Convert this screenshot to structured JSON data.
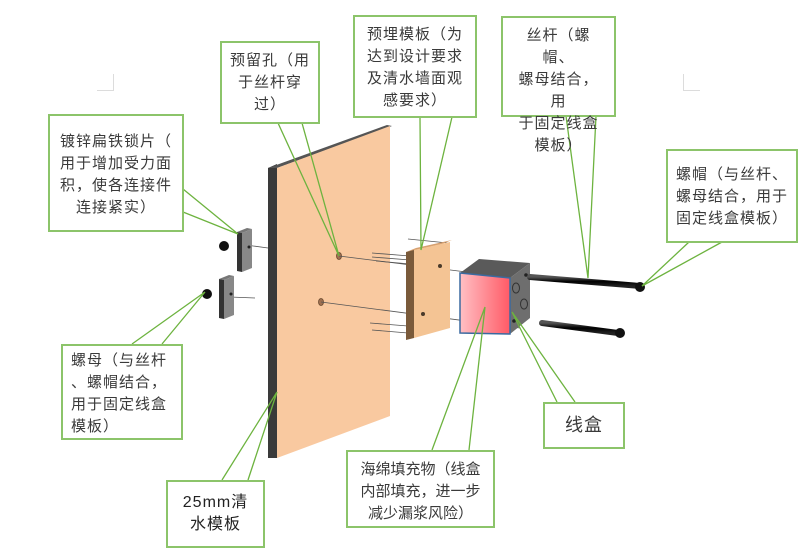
{
  "diagram": {
    "type": "exploded assembly diagram",
    "subject": "清水墙线盒预埋固定构造",
    "colors": {
      "callout_border": "#8cc46a",
      "leader_line": "#6db33f",
      "formwork_face": "#f9c9a0",
      "formwork_edge": "#3c3c3c",
      "embedded_board": "#f4c494",
      "sponge": "#ff7f86",
      "junction_box": "#6b6b6b",
      "bolt": "#111111"
    },
    "callouts": [
      {
        "id": "reserved-hole",
        "text": "预留孔（用\n于丝杆穿\n过）"
      },
      {
        "id": "embedded-template",
        "text": "预埋模板（为\n达到设计要求\n及清水墙面观\n感要求）"
      },
      {
        "id": "screw-rod",
        "text": "丝杆（螺帽、\n螺母结合，用\n于固定线盒\n模板）"
      },
      {
        "id": "cap-nut",
        "text": "螺帽（与丝杆、\n螺母结合，用于\n固定线盒模板）"
      },
      {
        "id": "galvanized-lock-plate",
        "text": "镀锌扁铁锁片（\n用于增加受力面\n积，使各连接件\n连接紧实）"
      },
      {
        "id": "nut",
        "text": "螺母（与丝杆\n、螺帽结合，\n用于固定线盒\n模板）"
      },
      {
        "id": "formwork-25mm",
        "text": "25mm清\n水模板"
      },
      {
        "id": "sponge-filler",
        "text": "海绵填充物（线盒\n内部填充，进一步\n减少漏浆风险）"
      },
      {
        "id": "junction-box",
        "text": "线盒"
      }
    ]
  }
}
